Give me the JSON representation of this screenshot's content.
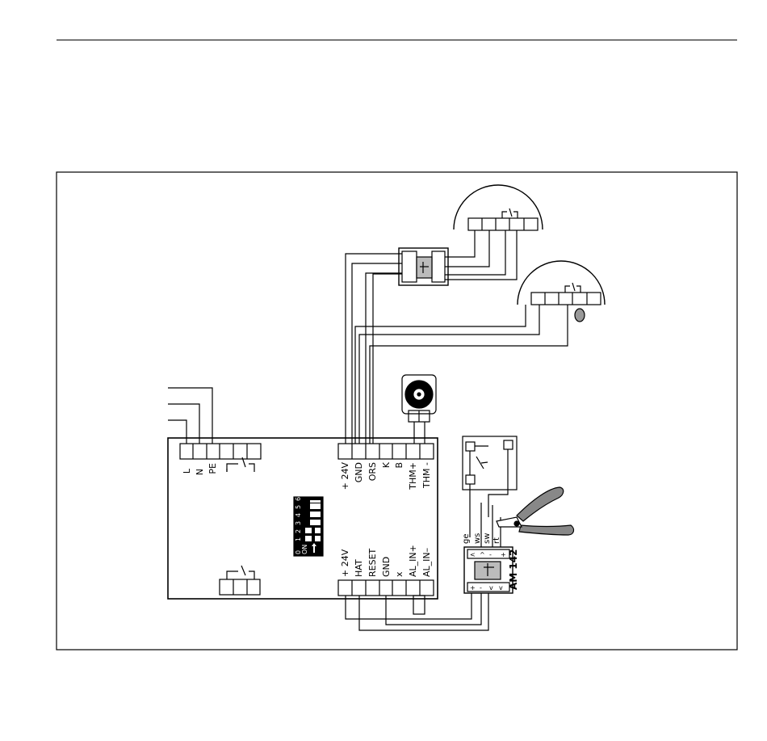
{
  "diagram": {
    "power_terminals": [
      "L",
      "N",
      "PE"
    ],
    "top_terminals": [
      "+ 24V",
      "GND",
      "ORS",
      "K",
      "B",
      "THM+",
      "THM -"
    ],
    "bottom_terminals": [
      "+ 24V",
      "HAT",
      "RESET",
      "GND",
      "x",
      "AL_IN+",
      "AL_IN–"
    ],
    "dip_switch": {
      "numbers": [
        "1",
        "2",
        "3",
        "4",
        "5",
        "6"
      ],
      "on_label": "ON",
      "off_label": "0"
    },
    "module": {
      "name": "AM 142",
      "wire_labels": [
        "ge",
        "ws",
        "sw",
        "rt"
      ]
    }
  }
}
